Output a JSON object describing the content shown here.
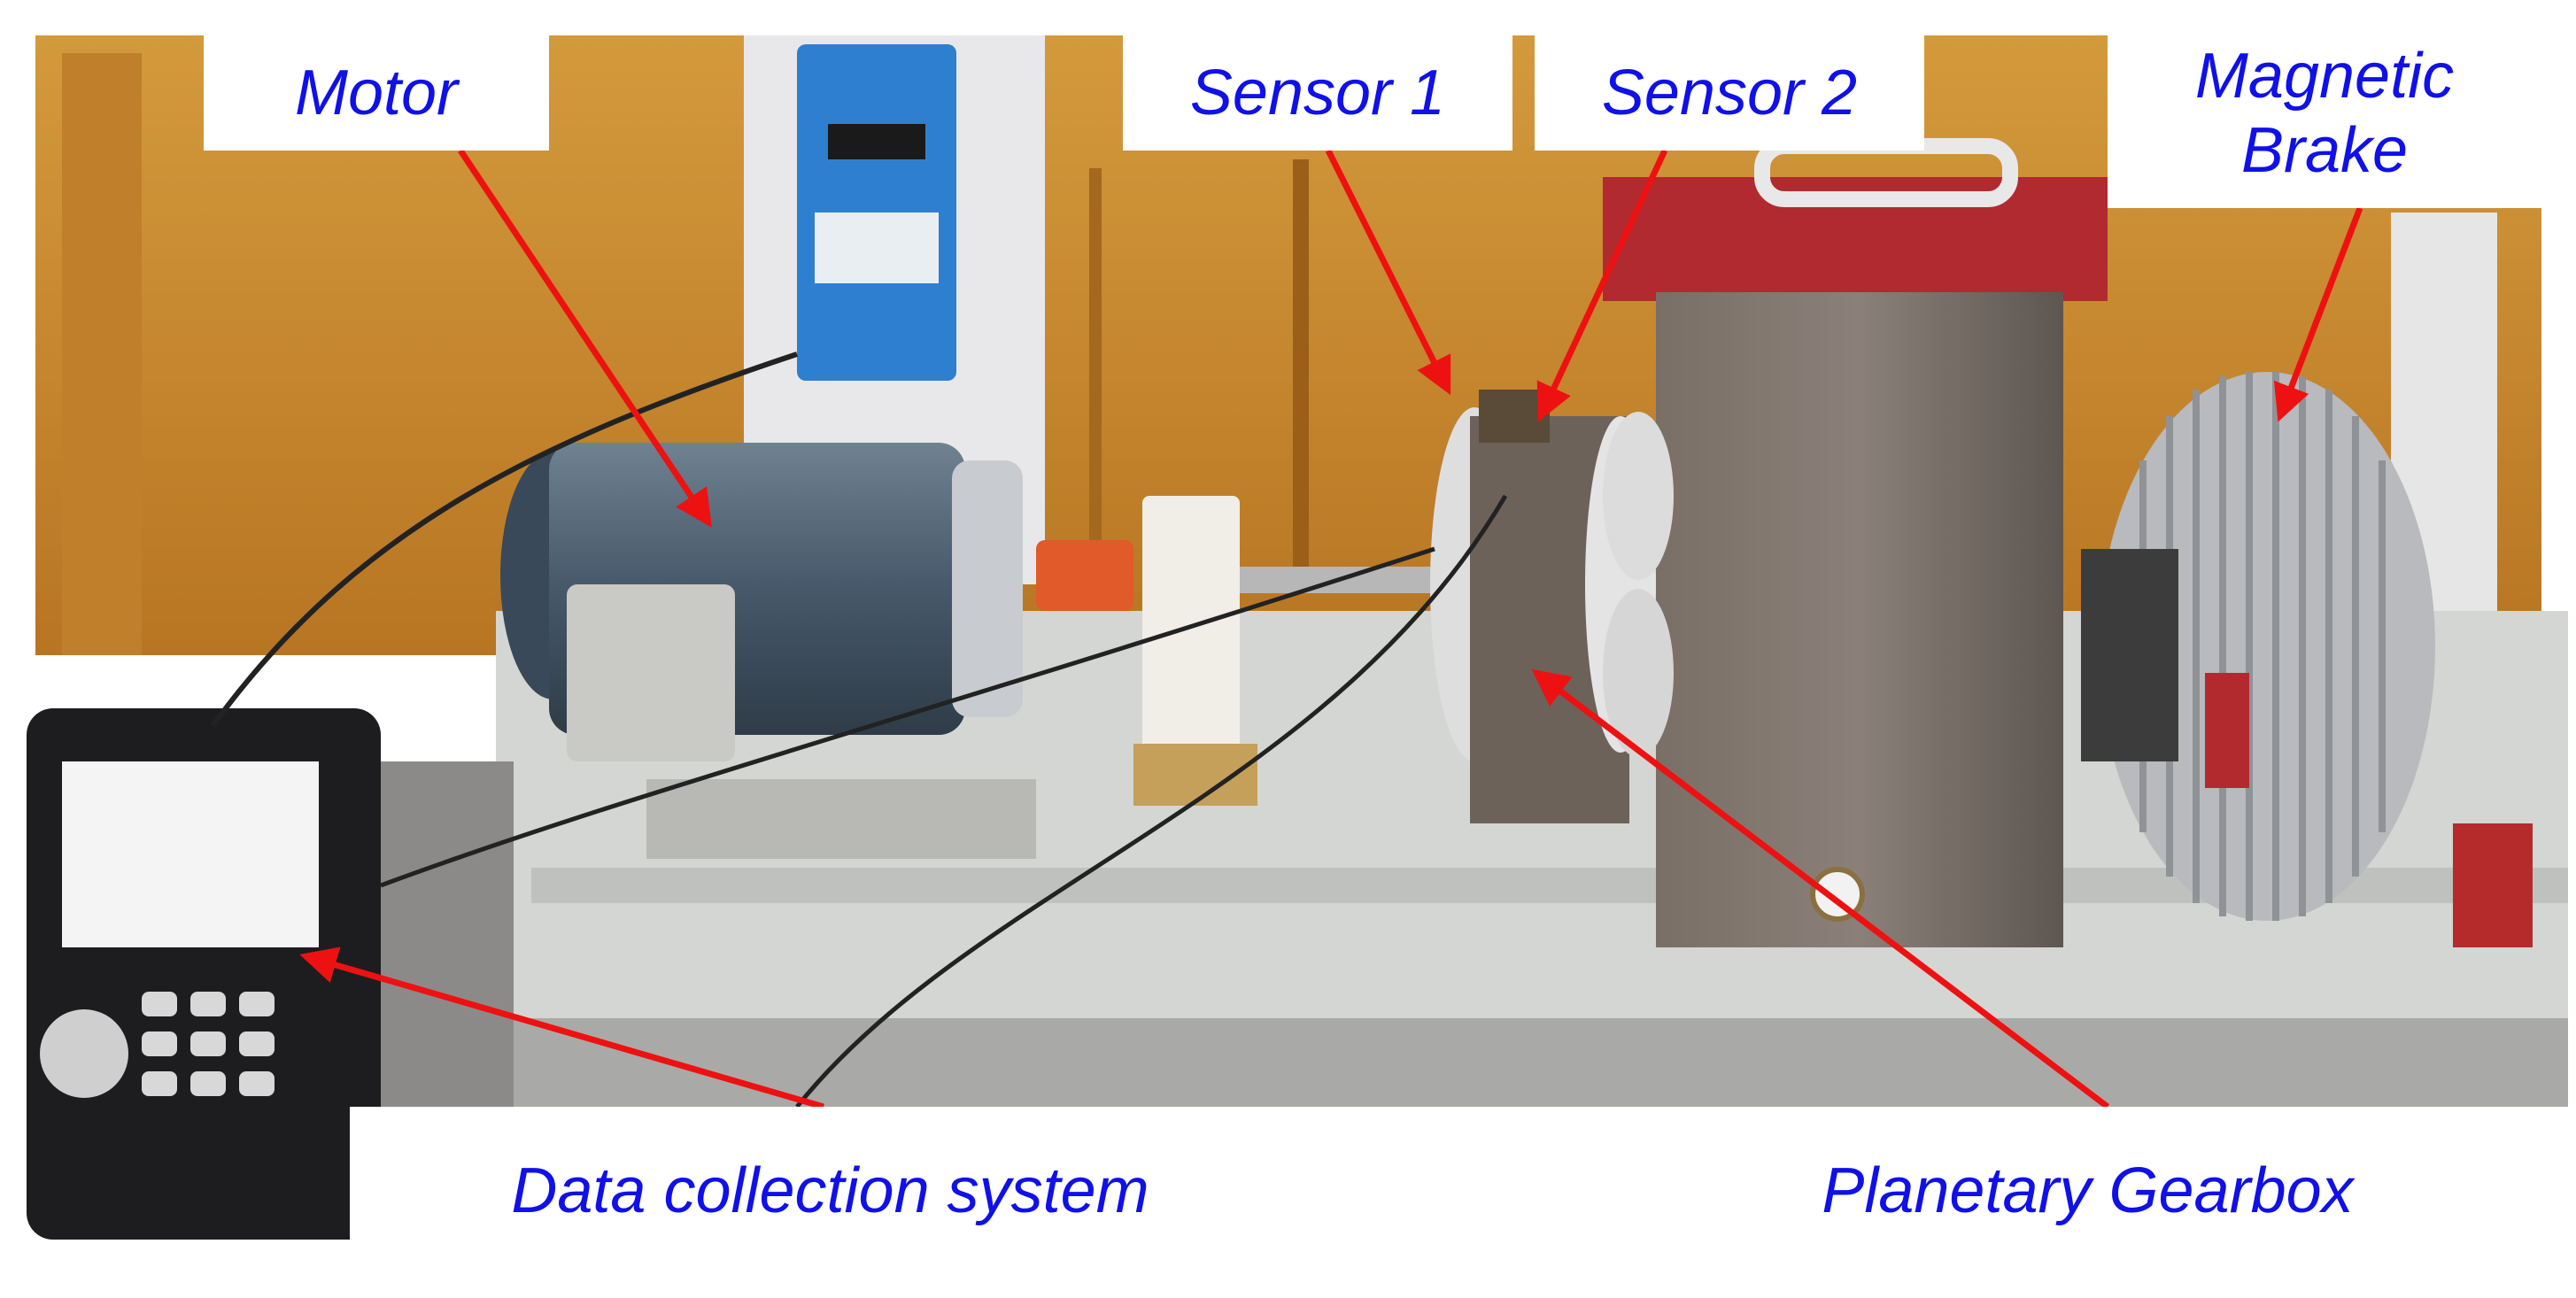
{
  "labels": {
    "motor": "Motor",
    "sensor1": "Sensor 1",
    "sensor2": "Sensor 2",
    "brake_line1": "Magnetic",
    "brake_line2": "Brake",
    "daq": "Data collection system",
    "gearbox": "Planetary Gearbox"
  },
  "colors": {
    "label_text": "#1010e8",
    "arrow": "#ee1111",
    "wall": "#c98a2a",
    "table": "#d2d4d2"
  }
}
